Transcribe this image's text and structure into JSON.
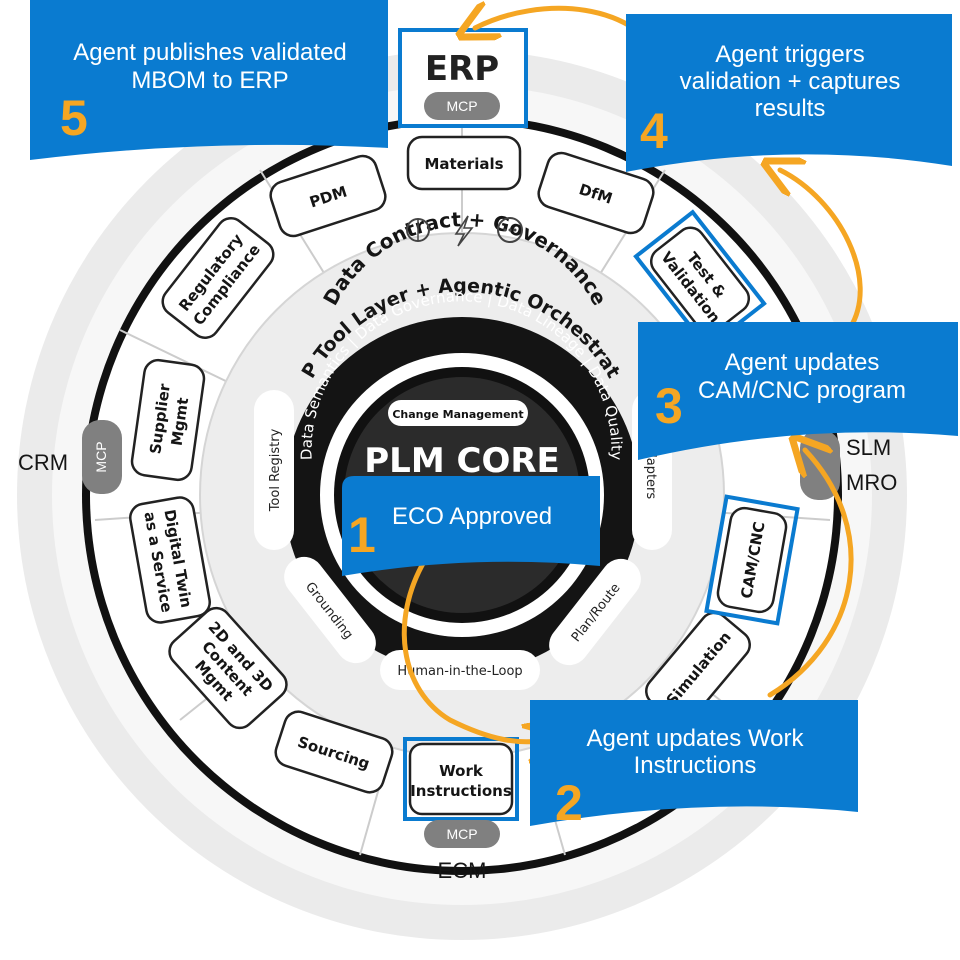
{
  "core": {
    "title": "PLM CORE",
    "badge": "Change Management"
  },
  "ring_text": {
    "line1": "Data Contract + Governance",
    "line2": "MCP Tool Layer + Agentic Orchestration",
    "line3": "Data Semantics | Data Governance | Data Lineage | Data Quality"
  },
  "pills": [
    "Tool Registry",
    "Grounding",
    "Human-in-the-Loop",
    "Plan/Route",
    "Adapters"
  ],
  "modules": {
    "materials": "Materials",
    "pdm": "PDM",
    "dfm": "DfM",
    "regulatory": [
      "Regulatory",
      "Compliance"
    ],
    "test": [
      "Test &",
      "Validation"
    ],
    "supplier": [
      "Supplier",
      "Mgmt"
    ],
    "digital_twin": [
      "Digital Twin",
      "as a Service"
    ],
    "cam": "CAM/CNC",
    "content": [
      "2D and 3D",
      "Content",
      "Mgmt"
    ],
    "simulation": "Simulation",
    "sourcing": "Sourcing",
    "work": [
      "Work",
      "Instructions"
    ]
  },
  "systems": {
    "erp": "ERP",
    "crm": "CRM",
    "ecm": "ECM",
    "slm": "SLM",
    "mro": "MRO",
    "mcp": "MCP"
  },
  "callouts": [
    {
      "number": "1",
      "lines": [
        "ECO Approved"
      ]
    },
    {
      "number": "2",
      "lines": [
        "Agent updates Work",
        "Instructions"
      ]
    },
    {
      "number": "3",
      "lines": [
        "Agent updates",
        "CAM/CNC program"
      ]
    },
    {
      "number": "4",
      "lines": [
        "Agent triggers",
        "validation + captures",
        "results"
      ]
    },
    {
      "number": "5",
      "lines": [
        "Agent publishes validated",
        "MBOM to ERP"
      ]
    }
  ],
  "colors": {
    "callout_blue": "#0a7bd0",
    "highlight_blue": "#0a7bd0",
    "arrow_orange": "#f5a623",
    "ring_dark": "#111111",
    "outer_gray": "#e6e6e6",
    "mcp_gray": "#808080"
  }
}
